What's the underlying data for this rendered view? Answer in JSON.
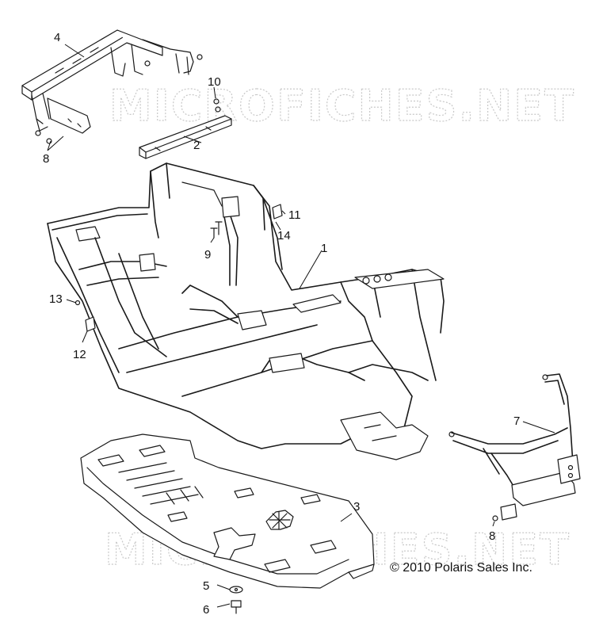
{
  "watermark": {
    "text_top": "MICROFICHES.NET",
    "text_bottom": "MICROFICHES.NET"
  },
  "copyright": "© 2010 Polaris Sales Inc.",
  "callouts": {
    "c1": "1",
    "c2": "2",
    "c3": "3",
    "c4": "4",
    "c5": "5",
    "c6": "6",
    "c7": "7",
    "c8a": "8",
    "c8b": "8",
    "c9": "9",
    "c10": "10",
    "c11": "11",
    "c12": "12",
    "c13": "13",
    "c14": "14"
  },
  "colors": {
    "line": "#1a1a1a",
    "watermark": "#c9c9c9",
    "background": "#ffffff"
  }
}
